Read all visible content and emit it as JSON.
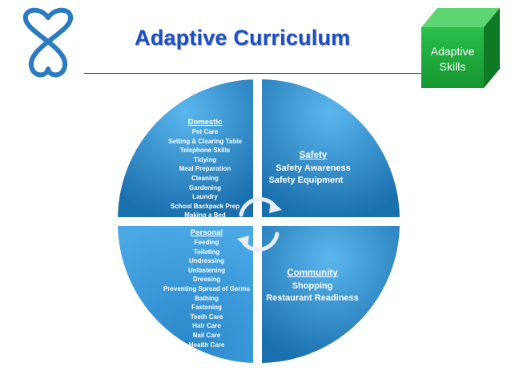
{
  "slide": {
    "title": "Adaptive Curriculum",
    "badge_lines": [
      "Adaptive",
      "Skills"
    ],
    "colors": {
      "title": "#1f4fbf",
      "circle_light": "#4aa8e6",
      "circle_dark": "#1a6fad",
      "badge_green": "#1fa13a",
      "logo_blue": "#2b7bc1"
    }
  },
  "quadrants": {
    "domestic": {
      "heading": "Domestic",
      "items": [
        "Pet Care",
        "Setting & Clearing Table",
        "Telephone Skills",
        "Tidying",
        "Meal Preparation",
        "Cleaning",
        "Gardening",
        "Laundry",
        "School Backpack Prep",
        "Making a Bed"
      ]
    },
    "safety": {
      "heading": "Safety",
      "items": [
        "Safety Awareness",
        "Safety Equipment"
      ]
    },
    "personal": {
      "heading": "Personal",
      "items": [
        "Feeding",
        "Toileting",
        "Undressing",
        "Unfastening",
        "Dressing",
        "Preventing Spread of Germs",
        "Bathing",
        "Fastening",
        "Teeth Care",
        "Hair Care",
        "Nail Care",
        "Health Care"
      ]
    },
    "community": {
      "heading": "Community",
      "items": [
        "Shopping",
        "Restaurant Readiness"
      ]
    }
  },
  "icons": {
    "logo": "heart-infinity-logo-icon",
    "badge": "green-cube-icon",
    "center": "circular-arrows-icon"
  }
}
